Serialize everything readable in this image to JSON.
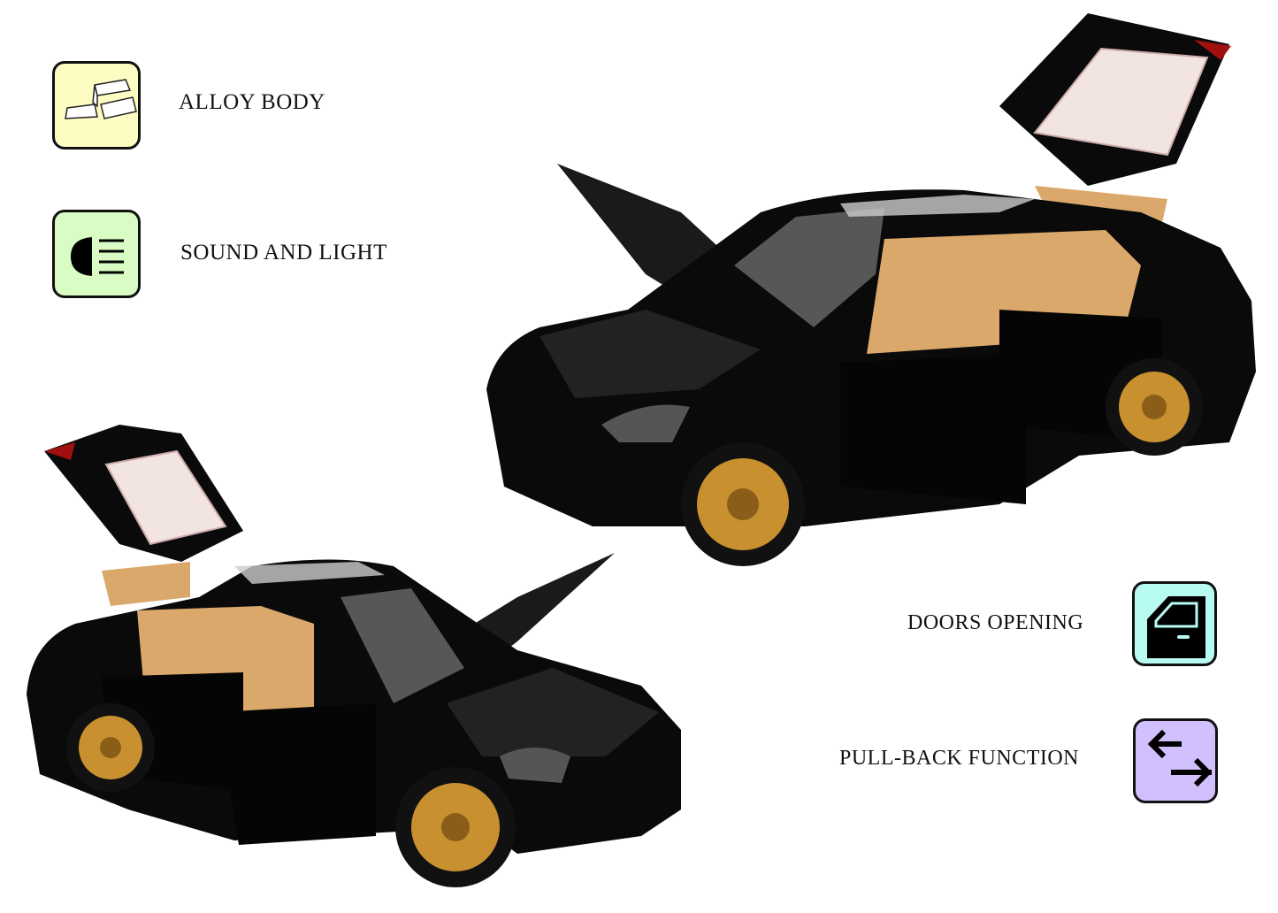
{
  "features": [
    {
      "label": "ALLOY BODY",
      "icon": "alloy-bars-icon",
      "color": "#fdfcc2"
    },
    {
      "label": "SOUND AND LIGHT",
      "icon": "headlight-icon",
      "color": "#d9fcc4"
    },
    {
      "label": "DOORS OPENING",
      "icon": "car-door-icon",
      "color": "#b8fbf2"
    },
    {
      "label": "PULL-BACK FUNCTION",
      "icon": "swap-arrows-icon",
      "color": "#d2bffd"
    }
  ],
  "colors": {
    "body": "#0a0a0a",
    "wheel": "#c8902e",
    "interior": "#d9a86a"
  }
}
